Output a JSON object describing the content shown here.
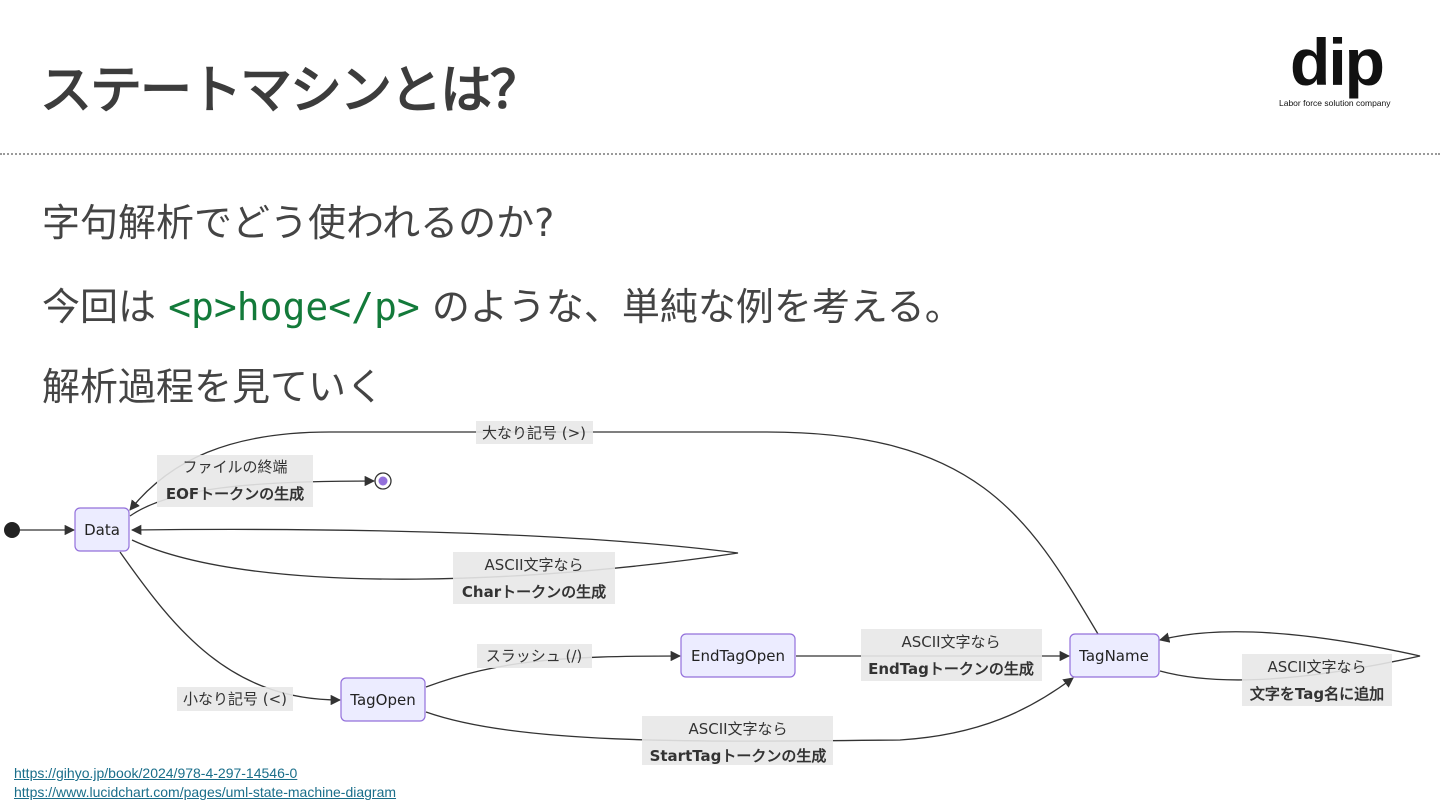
{
  "slide": {
    "title": "ステートマシンとは？",
    "line1": "字句解析でどう使われるのか?",
    "line2_prefix": "今回は ",
    "line2_code": "<p>hoge</p>",
    "line2_suffix": " のような、単純な例を考える。",
    "line3": "解析過程を見ていく"
  },
  "logo": {
    "mark": "dip",
    "tagline": "Labor force solution company"
  },
  "diagram": {
    "states": {
      "data": "Data",
      "tag_open": "TagOpen",
      "end_tag_open": "EndTagOpen",
      "tag_name": "TagName"
    },
    "transitions": {
      "tagname_to_data": "大なり記号 (>)",
      "eof_line1": "ファイルの終端",
      "eof_line2": "EOFトークンの生成",
      "char_line1": "ASCII文字なら",
      "char_line2": "Charトークンの生成",
      "slash": "スラッシュ (/)",
      "endtag_line1": "ASCII文字なら",
      "endtag_line2": "EndTagトークンの生成",
      "tagname_self_line1": "ASCII文字なら",
      "tagname_self_line2": "文字をTag名に追加",
      "less_than": "小なり記号 (<)",
      "starttag_line1": "ASCII文字なら",
      "starttag_line2": "StartTagトークンの生成"
    },
    "colors": {
      "node_fill": "#ECECFF",
      "node_stroke": "#9370DB",
      "edge": "#333333",
      "label_bg": "#E8E8E8"
    }
  },
  "references": [
    "https://gihyo.jp/book/2024/978-4-297-14546-0",
    "https://www.lucidchart.com/pages/uml-state-machine-diagram"
  ]
}
